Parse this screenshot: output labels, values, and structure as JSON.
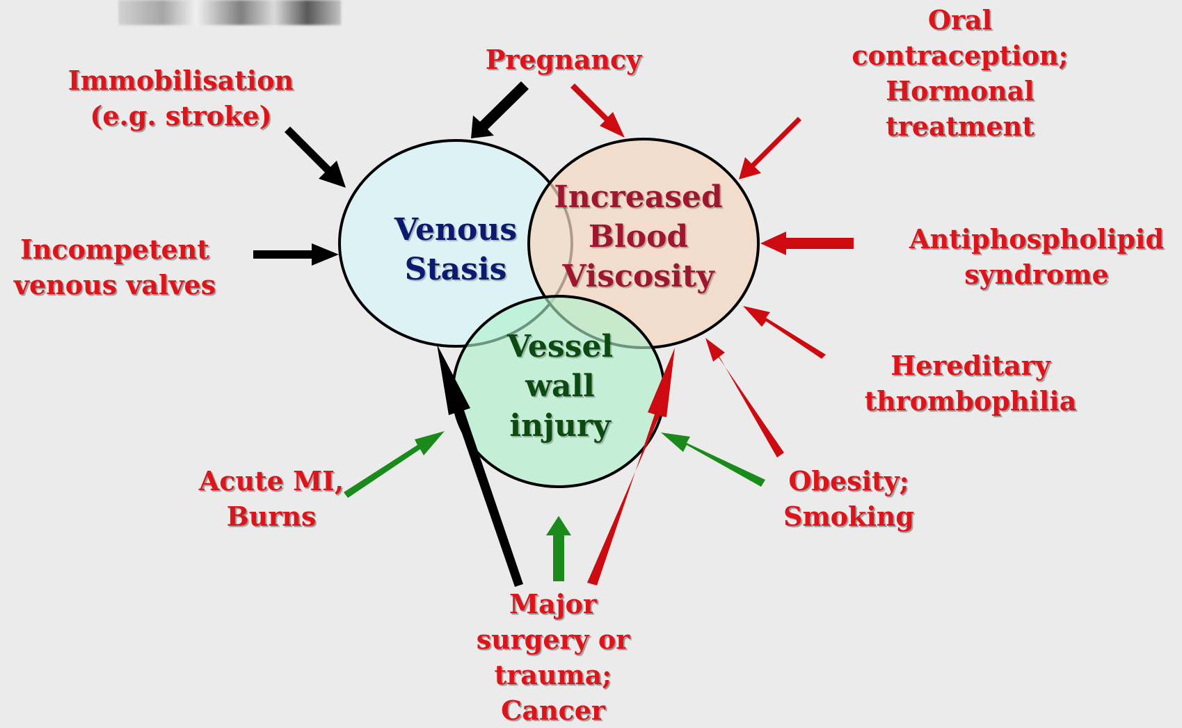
{
  "circles": {
    "venous_stasis": {
      "lines": [
        "Venous",
        "Stasis"
      ],
      "color": "#0b1a6e",
      "fill": "#dcf3f5"
    },
    "viscosity": {
      "lines": [
        "Increased",
        "Blood",
        "Viscosity"
      ],
      "color": "#a01530",
      "fill": "#f4dcc8"
    },
    "vessel_wall": {
      "lines": [
        "Vessel",
        "wall",
        "injury"
      ],
      "color": "#0c4a12",
      "fill": "#baf2d4"
    }
  },
  "factors": {
    "immobilisation": [
      "Immobilisation",
      "(e.g. stroke)"
    ],
    "pregnancy": [
      "Pregnancy"
    ],
    "oral": [
      "Oral",
      "contraception;",
      "Hormonal",
      "treatment"
    ],
    "incompetent": [
      "Incompetent",
      "venous valves"
    ],
    "antiphospholipid": [
      "Antiphospholipid",
      "syndrome"
    ],
    "hereditary": [
      "Hereditary",
      "thrombophilia"
    ],
    "acute_mi": [
      "Acute MI,",
      "Burns"
    ],
    "obesity": [
      "Obesity;",
      "Smoking"
    ],
    "surgery": [
      "Major",
      "surgery or",
      "trauma;",
      "Cancer"
    ]
  },
  "colors": {
    "label_red": "#e0131a",
    "arrow_black": "#000000",
    "arrow_red": "#cc0a10",
    "arrow_green": "#1a8a1a",
    "background": "#ebebeb"
  }
}
